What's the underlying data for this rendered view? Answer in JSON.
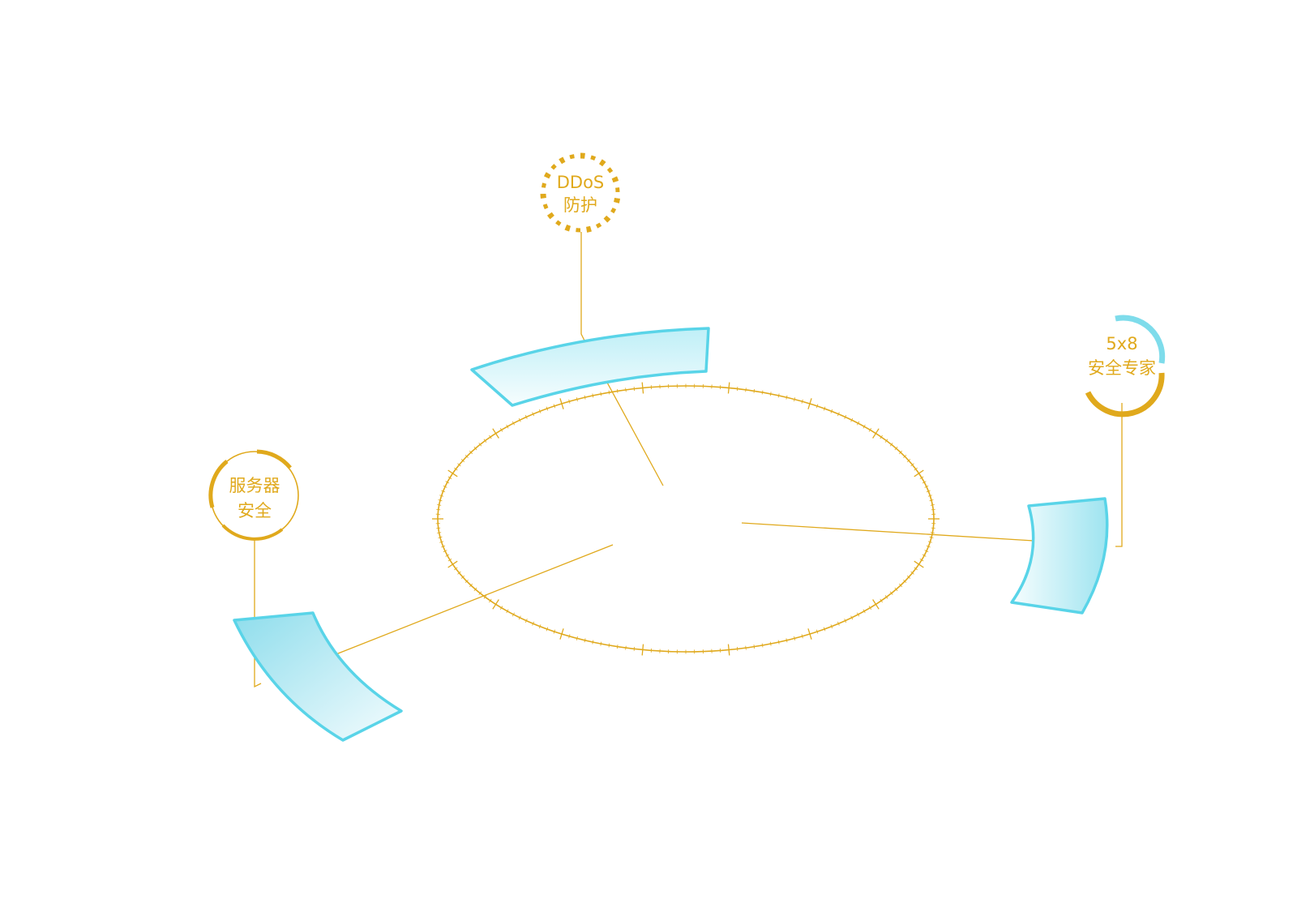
{
  "colors": {
    "gold": "#E0A91C",
    "cyan": "#59D4E8",
    "cyan_light": "#DDF5FA",
    "background": "#FFFFFF"
  },
  "nodes": {
    "ddos": {
      "line1": "DDoS",
      "line2": "防护",
      "ring_style": "dashed-gold"
    },
    "expert": {
      "line1": "5x8",
      "line2": "安全专家",
      "ring_style": "split-cyan-gold"
    },
    "server": {
      "line1": "服务器",
      "line2": "安全",
      "ring_style": "thin-gold-with-arcs"
    }
  },
  "panels": [
    "top-panel",
    "right-panel",
    "left-panel"
  ]
}
